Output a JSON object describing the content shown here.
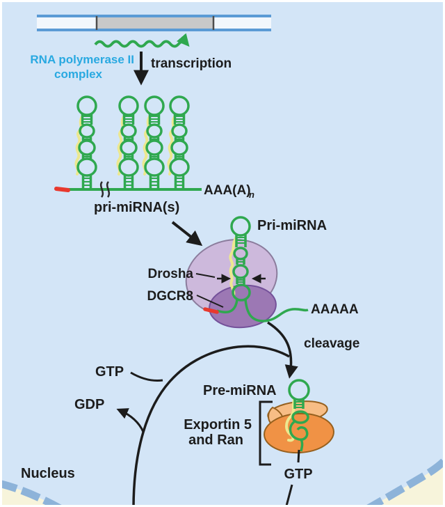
{
  "labels": {
    "rna_pol_1": "RNA polymerase II",
    "rna_pol_2": "complex",
    "transcription": "transcription",
    "pri_mirnas": "pri-miRNA(s)",
    "polyA_tail": "AAA(A)",
    "polyA_sub": "n",
    "pri_mirna": "Pri-miRNA",
    "drosha": "Drosha",
    "dgcr8": "DGCR8",
    "aaaaa": "AAAAA",
    "cleavage": "cleavage",
    "gtp": "GTP",
    "gdp": "GDP",
    "pre_mirna": "Pre-miRNA",
    "exportin_1": "Exportin 5",
    "exportin_2": "and Ran",
    "ran_gtp": "GTP",
    "nucleus": "Nucleus"
  },
  "colors": {
    "nucleus_fill": "#d3e5f7",
    "cytoplasm_fill": "#f7f4db",
    "envelope_dash": "#8db3d9",
    "dna_blue": "#5b9bd5",
    "dna_gap": "#f2f7fc",
    "gene_gray": "#c9c9c9",
    "gene_end": "#4d4d4d",
    "rna_green": "#2fa84f",
    "strand_yellow": "#ece88f",
    "cap_red": "#e8392e",
    "pol2_text": "#29a9e1",
    "drosha_fill": "#cdb9dc",
    "dgcr8_fill": "#9c78b4",
    "exportin_light": "#f7bd85",
    "exportin_dark": "#f09245",
    "text_black": "#1c1c1c"
  }
}
